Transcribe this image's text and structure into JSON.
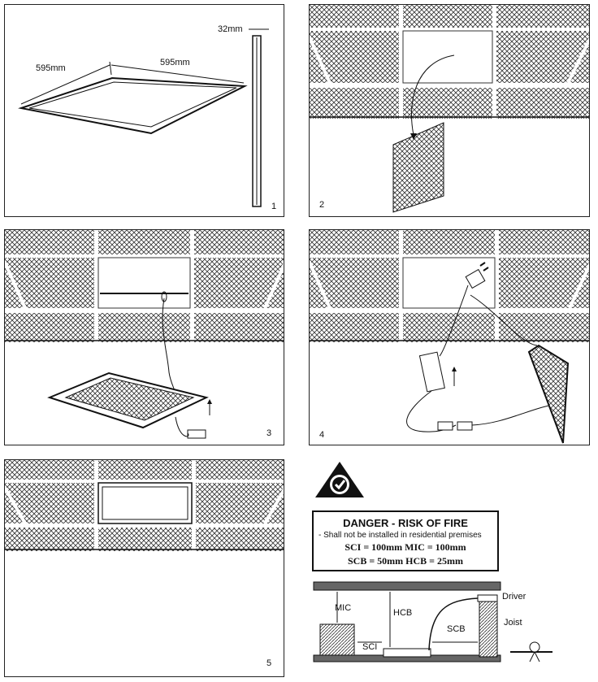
{
  "panels": [
    {
      "number": "1",
      "dim_width": "595mm",
      "dim_depth": "595mm",
      "dim_thickness": "32mm"
    },
    {
      "number": "2"
    },
    {
      "number": "3"
    },
    {
      "number": "4"
    },
    {
      "number": "5"
    }
  ],
  "warning": {
    "title": "DANGER - RISK OF FIRE",
    "subtitle": "- Shall not be installed in residential premises",
    "line1": "SCI = 100mm  MIC = 100mm",
    "line2": "SCB = 50mm  HCB = 25mm"
  },
  "clearance": {
    "mic": "MIC",
    "hcb": "HCB",
    "sci": "SCI",
    "scb": "SCB",
    "driver": "Driver",
    "joist": "Joist"
  },
  "icons": [
    "rcm-compliance-mark-icon",
    "arrow-up-icon",
    "plug-icon",
    "hook-icon"
  ]
}
